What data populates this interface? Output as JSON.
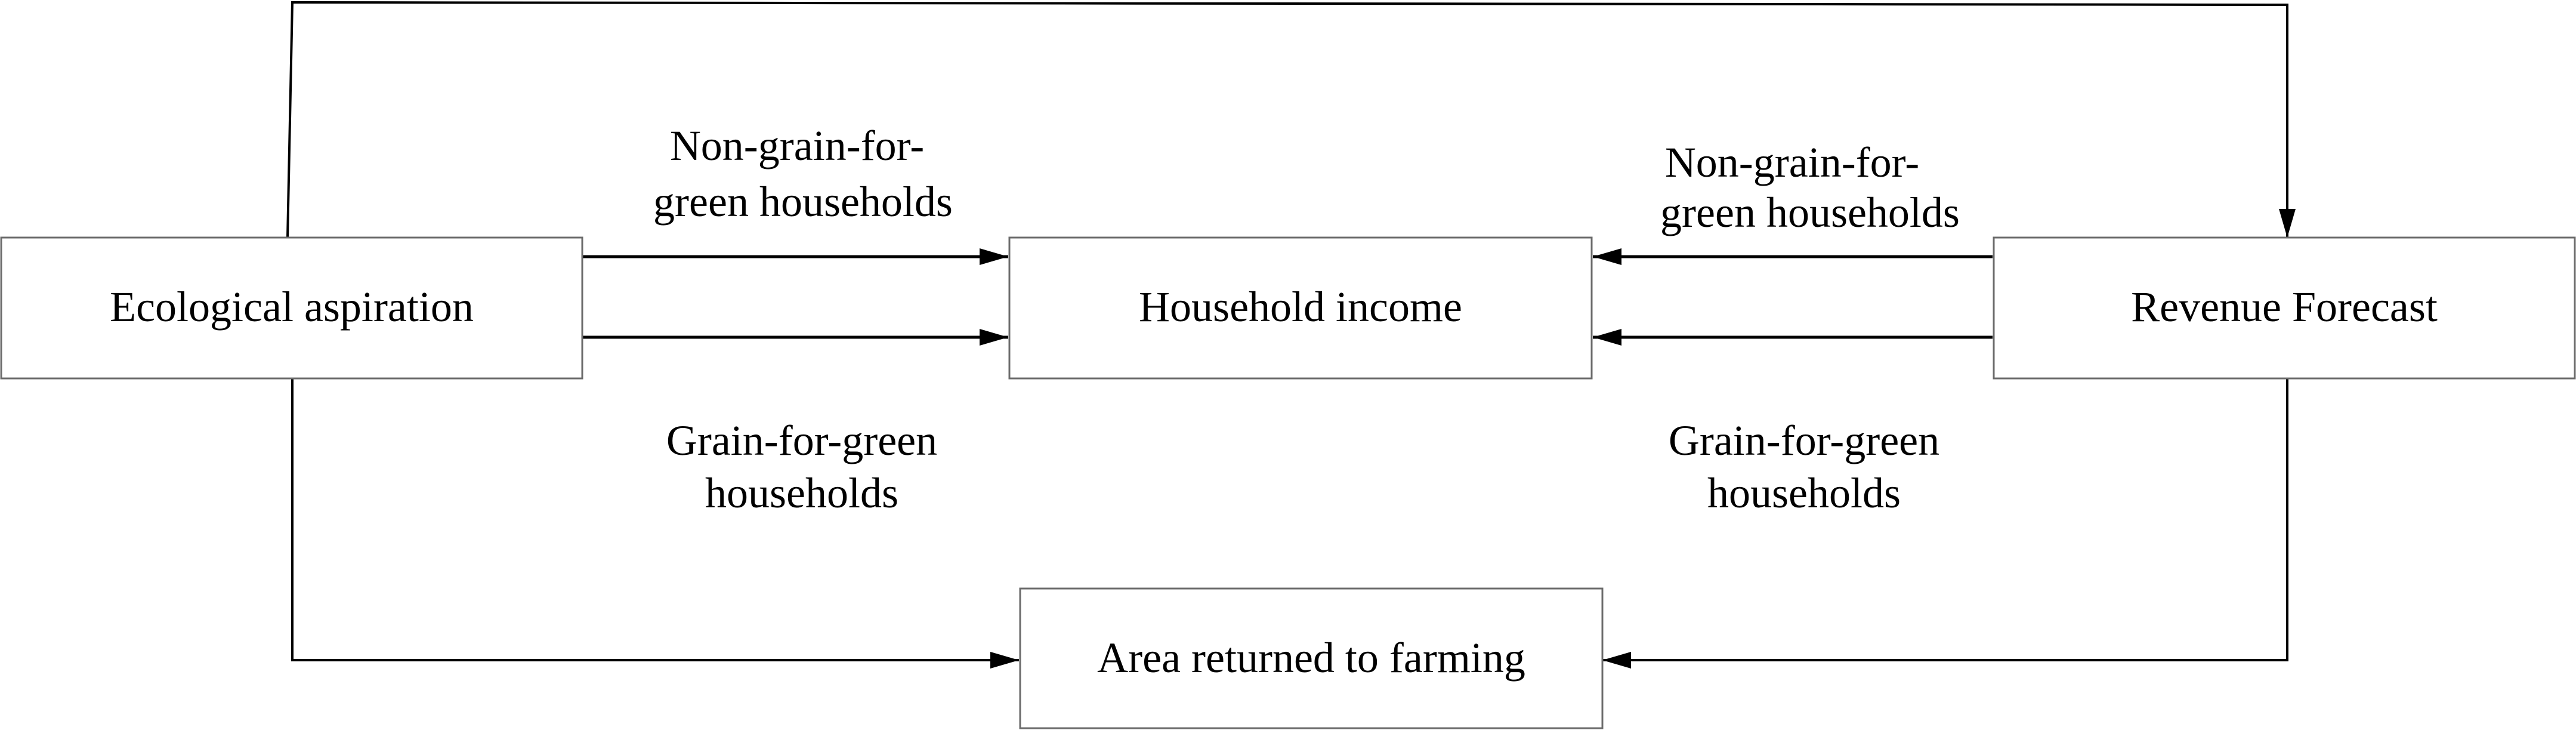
{
  "nodes": {
    "ecological_aspiration": "Ecological aspiration",
    "household_income": "Household income",
    "revenue_forecast": "Revenue Forecast",
    "area_returned": "Area returned to farming"
  },
  "edge_labels": {
    "left_top": [
      "Non-grain-for-",
      "green households"
    ],
    "left_bottom": [
      "Grain-for-green",
      "households"
    ],
    "right_top": [
      "Non-grain-for-",
      "green households"
    ],
    "right_bottom": [
      "Grain-for-green",
      "households"
    ]
  }
}
